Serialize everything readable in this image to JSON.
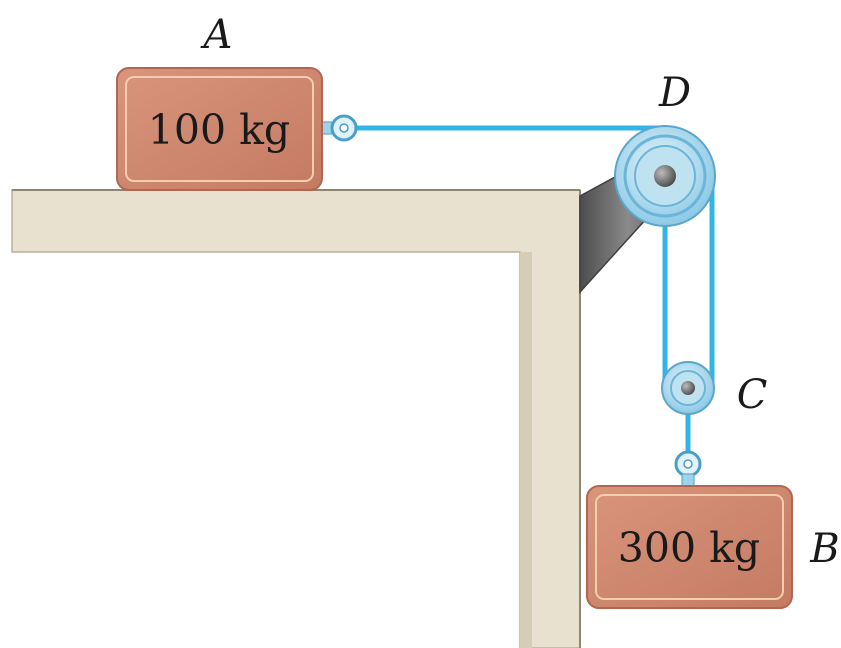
{
  "diagram": {
    "blocks": {
      "a": {
        "label": "A",
        "mass": "100 kg"
      },
      "b": {
        "label": "B",
        "mass": "300 kg"
      }
    },
    "pulleys": {
      "d": {
        "label": "D"
      },
      "c": {
        "label": "C"
      }
    },
    "colors": {
      "cable": "#33b4e6",
      "block_fill": "#cf8a72",
      "block_edge": "#f2c8a8",
      "surface": "#e6dfce",
      "bracket": "#6e6e6e",
      "pulley": "#9fd3ea"
    }
  }
}
